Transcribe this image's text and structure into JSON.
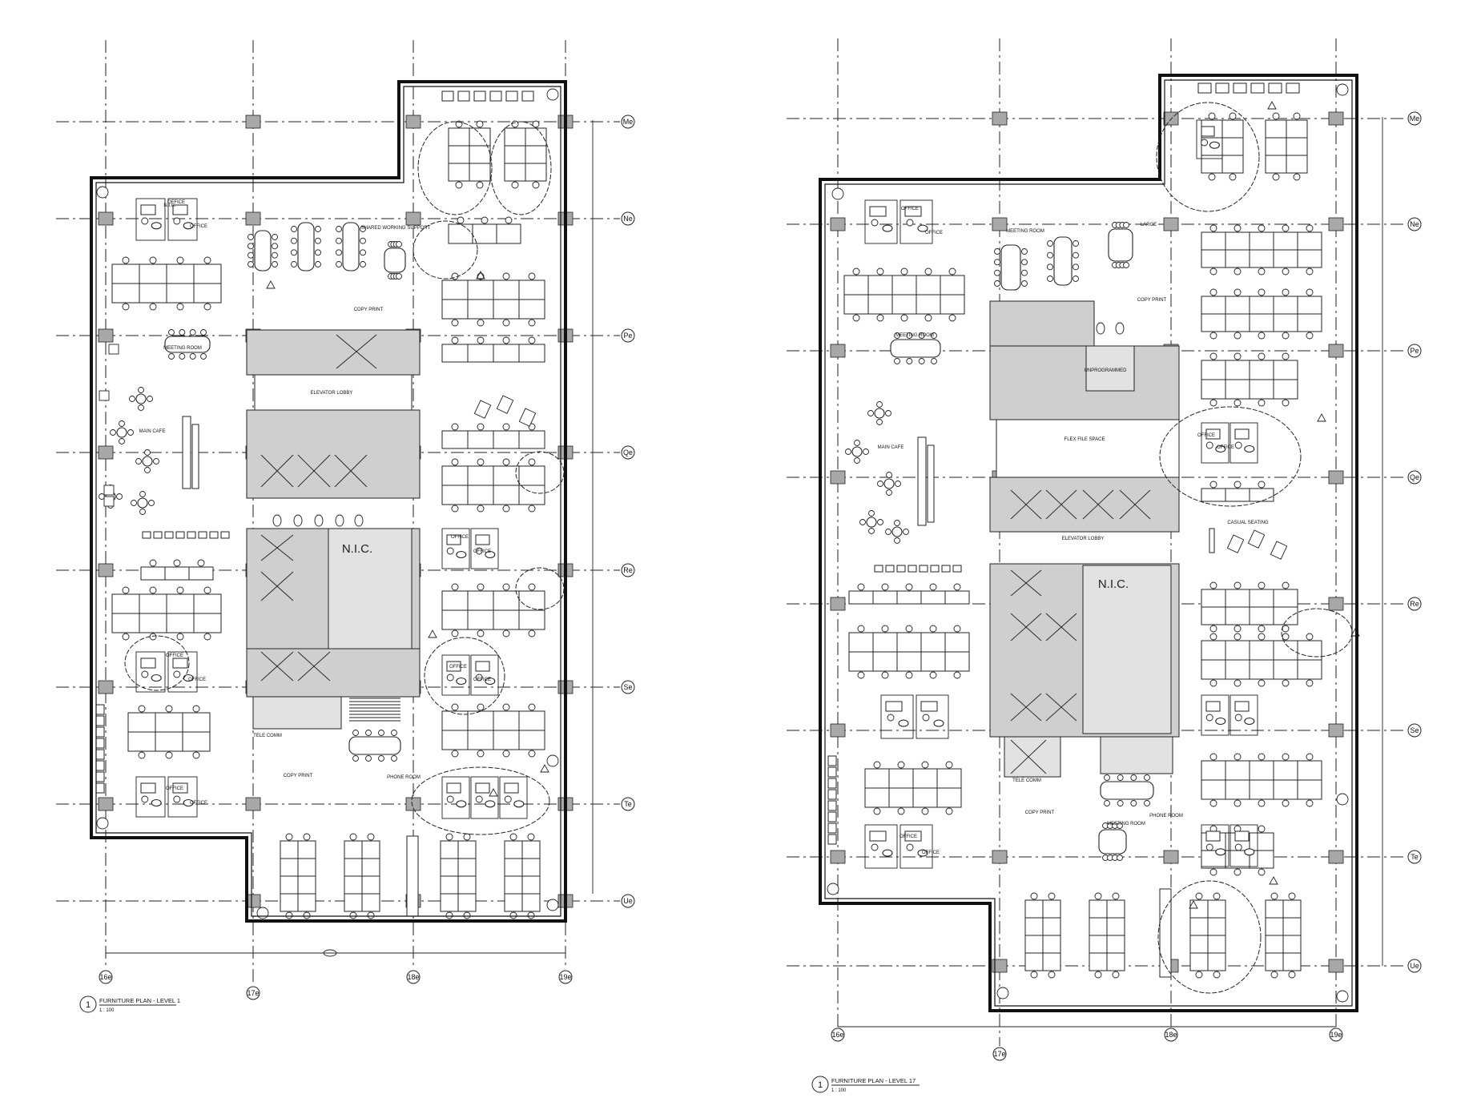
{
  "plans": [
    {
      "id": "level-1",
      "title": "FURNITURE PLAN - LEVEL 1",
      "scale": "1 : 100",
      "title_number": "1",
      "grid_rows": [
        "Me",
        "Ne",
        "Pe",
        "Qe",
        "Re",
        "Se",
        "Te",
        "Ue"
      ],
      "grid_cols": [
        "16e",
        "17e",
        "18e",
        "19e"
      ],
      "rooms": [
        "OFFICE",
        "OFFICE",
        "MEETING ROOM",
        "MAIN CAFE",
        "ELEVATOR LOBBY",
        "N.I.C.",
        "OFFICE",
        "OFFICE",
        "COPY PRINT",
        "SHARED WORKING SUPPORT",
        "OFFICE",
        "OFFICE",
        "OFFICE",
        "OFFICE",
        "TELE COMM",
        "COPY PRINT",
        "PHONE ROOM",
        "OFFICE",
        "OFFICE"
      ]
    },
    {
      "id": "level-17",
      "title": "FURNITURE PLAN - LEVEL 17",
      "scale": "1 : 100",
      "title_number": "1",
      "grid_rows": [
        "Me",
        "Ne",
        "Pe",
        "Qe",
        "Re",
        "Se",
        "Te",
        "Ue"
      ],
      "grid_cols": [
        "16e",
        "17e",
        "18e",
        "19e"
      ],
      "rooms": [
        "OFFICE",
        "OFFICE",
        "MEETING ROOM",
        "LARGE",
        "COPY PRINT",
        "UNPROGRAMMED",
        "MEETING ROOM",
        "MAIN CAFE",
        "FLEX FILE SPACE",
        "ELEVATOR LOBBY",
        "N.I.C.",
        "OFFICE",
        "OFFICE",
        "CASUAL SEATING",
        "TELE COMM",
        "COPY PRINT",
        "MEETING ROOM",
        "PHONE ROOM",
        "OFFICE",
        "OFFICE"
      ]
    }
  ],
  "nic_label": "N.I.C."
}
